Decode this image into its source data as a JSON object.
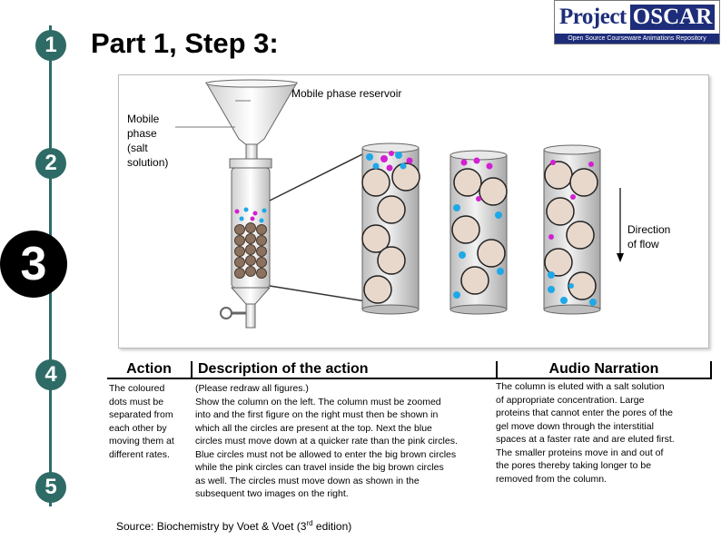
{
  "steps": [
    "1",
    "2",
    "3",
    "4",
    "5"
  ],
  "title": "Part 1, Step 3:",
  "logo": {
    "main": "Project",
    "accent": "OSCAR",
    "subtitle": "Open Source Courseware Animations Repository"
  },
  "figure": {
    "reservoir_label": "Mobile phase reservoir",
    "mobile_phase_label": [
      "Mobile",
      "phase",
      "(salt",
      "solution)"
    ],
    "direction_label": [
      "Direction",
      "of flow"
    ]
  },
  "table": {
    "headers": {
      "action": "Action",
      "description": "Description of the action",
      "audio": "Audio Narration"
    },
    "action_lines": [
      "The coloured",
      "dots must be",
      "separated from",
      "each other by",
      "moving them at",
      "different rates."
    ],
    "description_lines": [
      "(Please redraw all figures.)",
      "Show the column on the left. The column must be zoomed",
      "into and the first figure on the right must then be shown in",
      "which all the circles are present at the top. Next the blue",
      "circles must move down at a quicker rate than the pink circles.",
      "Blue circles must not be allowed to enter the big brown circles",
      "while the pink circles can travel inside the big brown circles",
      "as well. The circles must move down as shown in the",
      "subsequent two images on the right."
    ],
    "audio_lines": [
      "The column is eluted with a salt solution",
      "of appropriate concentration. Large",
      "proteins that cannot enter the pores of the",
      "gel move down through the interstitial",
      "spaces at a faster rate and are eluted first.",
      "The smaller proteins move in and out of",
      "the pores thereby taking longer to be",
      "removed from the column."
    ]
  },
  "source": {
    "prefix": "Source: Biochemistry by Voet & Voet (3",
    "sup": "rd",
    "suffix": " edition)"
  },
  "colors": {
    "step": "#2e6b66",
    "pink": "#d21fd2",
    "blue": "#1fa8e8",
    "bead": "#8b7260",
    "logo": "#1e2d7a"
  }
}
